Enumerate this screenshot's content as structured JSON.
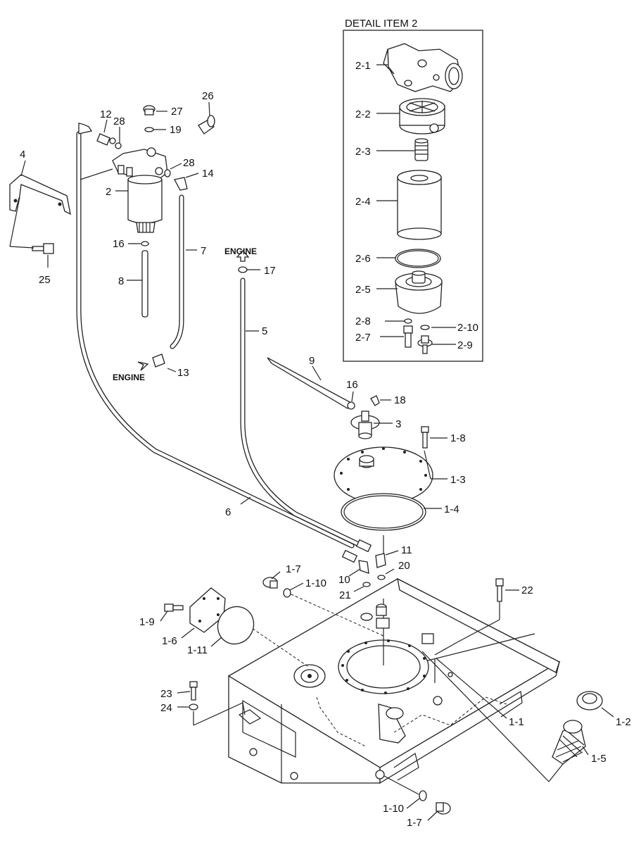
{
  "detail_box": {
    "title": "DETAIL ITEM 2"
  },
  "callouts": {
    "c2_1": "2-1",
    "c2_2": "2-2",
    "c2_3": "2-3",
    "c2_4": "2-4",
    "c2_6": "2-6",
    "c2_5": "2-5",
    "c2_8": "2-8",
    "c2_10": "2-10",
    "c2_7": "2-7",
    "c2_9": "2-9",
    "c4": "4",
    "c12": "12",
    "c28a": "28",
    "c27": "27",
    "c26": "26",
    "c19": "19",
    "c28b": "28",
    "c14": "14",
    "c2": "2",
    "c16a": "16",
    "c7": "7",
    "c8": "8",
    "c25": "25",
    "c17": "17",
    "c5": "5",
    "c13": "13",
    "c9": "9",
    "c16b": "16",
    "c18": "18",
    "c3": "3",
    "c1_8": "1-8",
    "c1_3": "1-3",
    "c1_4": "1-4",
    "c6": "6",
    "c11": "11",
    "c20": "20",
    "c10": "10",
    "c21": "21",
    "c1_7a": "1-7",
    "c1_10a": "1-10",
    "c22": "22",
    "c1_9": "1-9",
    "c1_6": "1-6",
    "c1_11": "1-11",
    "c23": "23",
    "c24": "24",
    "c1_1": "1-1",
    "c1_2": "1-2",
    "c1_5": "1-5",
    "c1_10b": "1-10",
    "c1_7b": "1-7"
  },
  "engine_labels": {
    "upper": "ENGINE",
    "lower": "ENGINE"
  }
}
